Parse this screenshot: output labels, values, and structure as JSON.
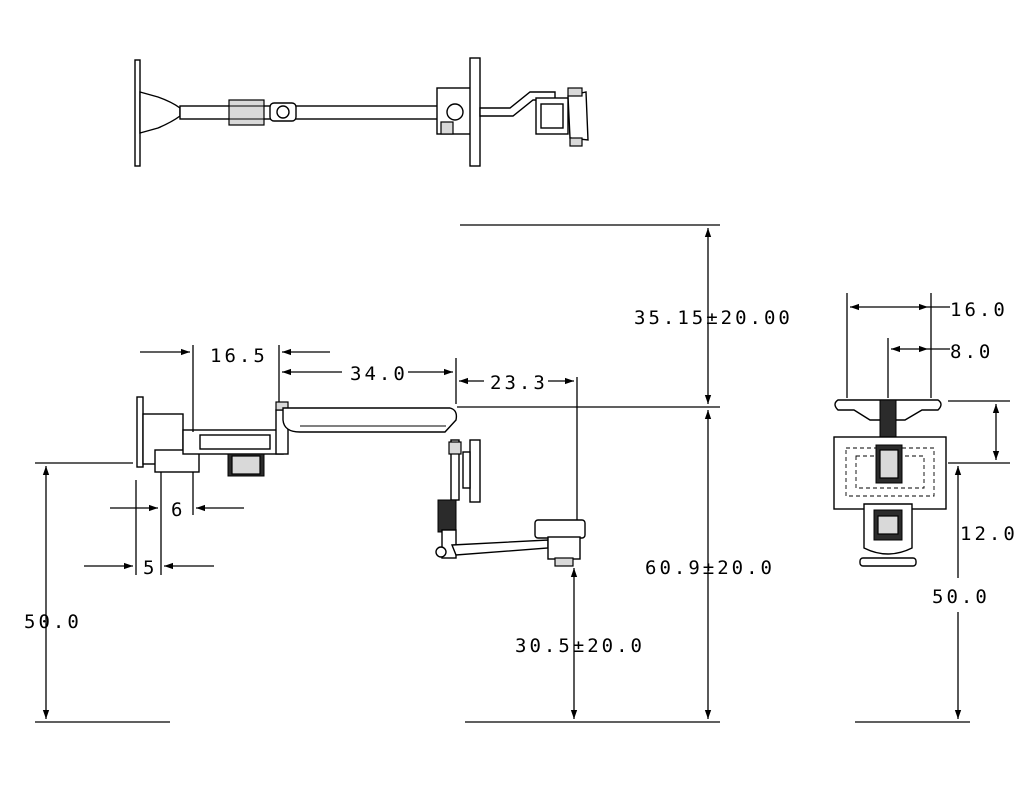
{
  "dimensions": {
    "top_clearance": "35.15±20.00",
    "arm_height": "60.9±20.0",
    "head_height": "30.5±20.0",
    "mount_height": "50.0",
    "first_arm": "16.5",
    "second_arm": "34.0",
    "third_arm": "23.3",
    "offset_6": "6",
    "offset_5": "5",
    "side_width": "16.0",
    "side_half": "8.0",
    "side_vertical": "12.0",
    "side_mount_height": "50.0"
  },
  "colors": {
    "line": "#000000",
    "background": "#ffffff",
    "shade": "#d9d9d9"
  }
}
